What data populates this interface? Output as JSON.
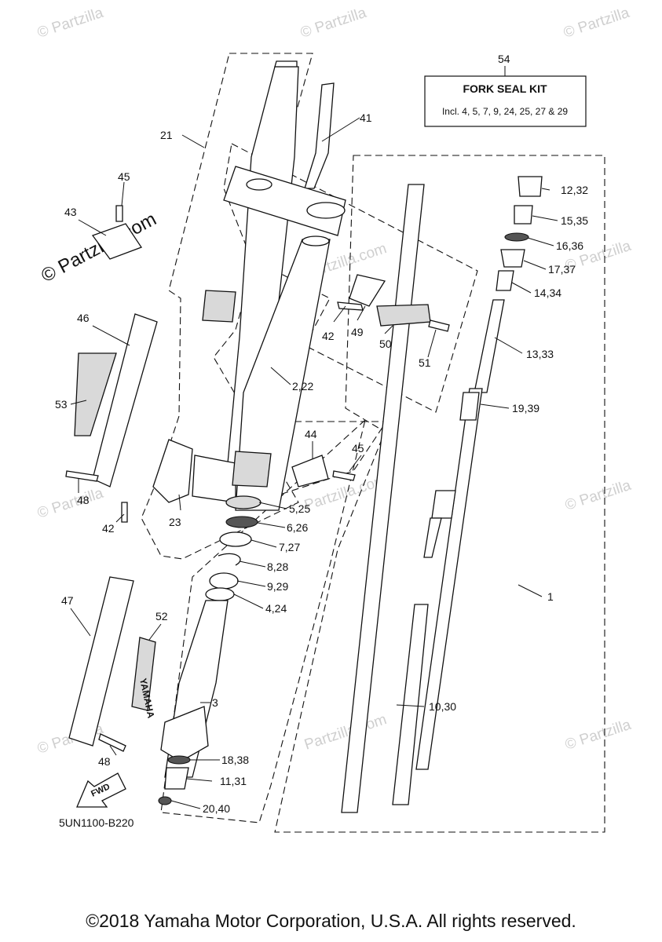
{
  "watermark": {
    "text": "© Partzilla",
    "center_text": "© Partzilla.com",
    "slant_text": "Partzilla.com"
  },
  "kit": {
    "number": "54",
    "title": "FORK SEAL KIT",
    "description": "Incl. 4, 5, 7, 9, 24, 25, 27 & 29"
  },
  "callouts": [
    {
      "id": "c1",
      "text": "1"
    },
    {
      "id": "c2",
      "text": "2,22"
    },
    {
      "id": "c3",
      "text": "3"
    },
    {
      "id": "c4",
      "text": "4,24"
    },
    {
      "id": "c5",
      "text": "5,25"
    },
    {
      "id": "c6",
      "text": "6,26"
    },
    {
      "id": "c7",
      "text": "7,27"
    },
    {
      "id": "c8",
      "text": "8,28"
    },
    {
      "id": "c9",
      "text": "9,29"
    },
    {
      "id": "c10",
      "text": "10,30"
    },
    {
      "id": "c11",
      "text": "11,31"
    },
    {
      "id": "c12",
      "text": "12,32"
    },
    {
      "id": "c13",
      "text": "13,33"
    },
    {
      "id": "c14",
      "text": "14,34"
    },
    {
      "id": "c15",
      "text": "15,35"
    },
    {
      "id": "c16",
      "text": "16,36"
    },
    {
      "id": "c17",
      "text": "17,37"
    },
    {
      "id": "c18",
      "text": "18,38"
    },
    {
      "id": "c19",
      "text": "19,39"
    },
    {
      "id": "c20",
      "text": "20,40"
    },
    {
      "id": "c21",
      "text": "21"
    },
    {
      "id": "c23",
      "text": "23"
    },
    {
      "id": "c41",
      "text": "41"
    },
    {
      "id": "c42a",
      "text": "42"
    },
    {
      "id": "c42b",
      "text": "42"
    },
    {
      "id": "c43",
      "text": "43"
    },
    {
      "id": "c44",
      "text": "44"
    },
    {
      "id": "c45a",
      "text": "45"
    },
    {
      "id": "c45b",
      "text": "45"
    },
    {
      "id": "c46",
      "text": "46"
    },
    {
      "id": "c47",
      "text": "47"
    },
    {
      "id": "c48a",
      "text": "48"
    },
    {
      "id": "c48b",
      "text": "48"
    },
    {
      "id": "c49",
      "text": "49"
    },
    {
      "id": "c50",
      "text": "50"
    },
    {
      "id": "c51",
      "text": "51"
    },
    {
      "id": "c52",
      "text": "52"
    },
    {
      "id": "c53",
      "text": "53"
    }
  ],
  "fwd_label": "FWD",
  "decal_text": "YAMAHA",
  "diagram_code": "5UN1100-B220",
  "copyright": "©2018 Yamaha Motor Corporation, U.S.A. All rights reserved."
}
